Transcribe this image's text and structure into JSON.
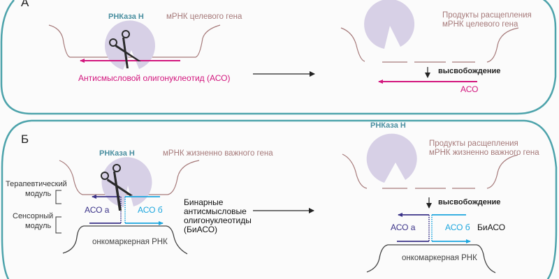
{
  "colors": {
    "frame": "#4da3ab",
    "mrna": "#a67a7a",
    "rnase": "#d7d0e6",
    "aso_pink": "#d2157d",
    "aso_a": "#3a3288",
    "aso_b": "#1ba6de",
    "onco": "#444444",
    "scissors": "#2a2a2a"
  },
  "panel_a": {
    "letter": "А",
    "rnase_label": "РНКаза Н",
    "mrna_label": "мРНК целевого гена",
    "aso_label": "Антисмысловой олигонуклеотид (АСО)",
    "products_line1": "Продукты расщепления",
    "products_line2": "мРНК целевого гена",
    "release_label": "высвобождение",
    "aso_short": "АСО"
  },
  "panel_b": {
    "letter": "Б",
    "rnase_label": "РНКаза Н",
    "mrna_label": "мРНК жизненно важного гена",
    "therapeutic_line1": "Терапевтический",
    "therapeutic_line2": "модуль",
    "sensor_line1": "Сенсорный",
    "sensor_line2": "модуль",
    "aso_a": "АСО а",
    "aso_b": "АСО б",
    "biaso_line1": "Бинарные",
    "biaso_line2": "антисмысловые",
    "biaso_line3": "олигонуклеотиды",
    "biaso_line4": "(БиАСО)",
    "onco_label": "онкомаркерная РНК",
    "rnase_label_right": "РНКаза Н",
    "products_line1": "Продукты расщепления",
    "products_line2": "мРНК жизненно важного гена",
    "release_label": "высвобождение",
    "aso_a_right": "АСО а",
    "aso_b_right": "АСО б",
    "biaso_short": "БиАСО",
    "onco_label_right": "онкомаркерная РНК"
  }
}
